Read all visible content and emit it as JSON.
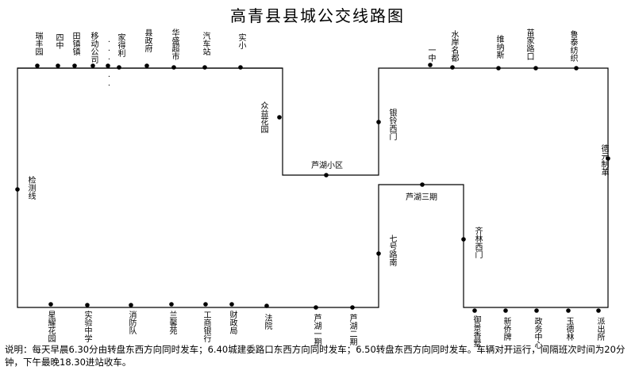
{
  "title": "高青县县城公交线路图",
  "note": "说明：每天早晨6.30分由转盘东西方向同时发车；6.40城建委路口东西方向同时发车；6.50转盘东西方向同时发车。车辆对开运行，间隔班次时间为20分钟，下午最晚18.30进站收车。",
  "stops": [
    "瑞丰园",
    "四中",
    "田镇镇",
    "移动公司",
    "······",
    "家得利",
    "县政府",
    "华盛超市",
    "汽车站",
    "实小",
    "一中",
    "水岸名都",
    "维纳斯",
    "苗家路口",
    "鲁泰纺织",
    "众益花园",
    "芦湖小区",
    "银铃西门",
    "检测线",
    "德元制革",
    "芦湖三期",
    "齐林西门",
    "七号路南",
    "星耀花园",
    "实验中学",
    "消防队",
    "兰馨苑",
    "工商银行",
    "财政局",
    "法院",
    "芦湖一期",
    "芦湖二期",
    "御景香墅",
    "新侨牌",
    "政务中心",
    "玉德林",
    "派出所"
  ]
}
